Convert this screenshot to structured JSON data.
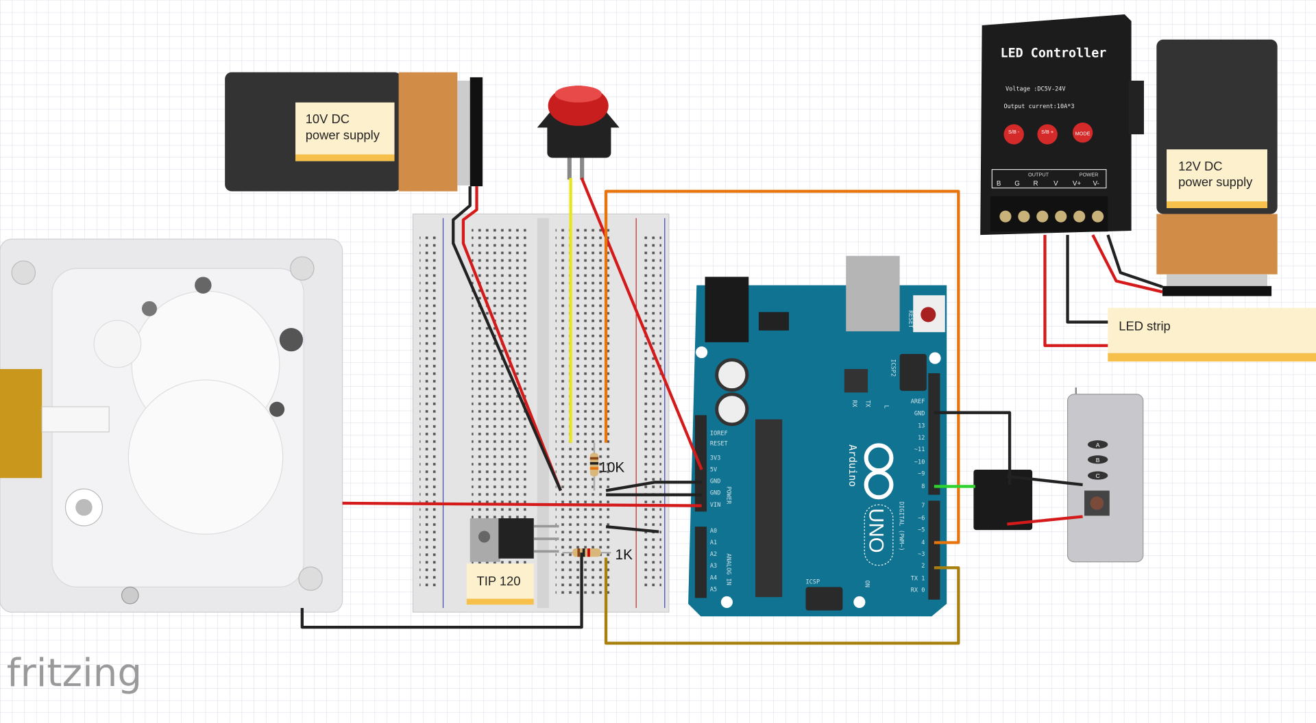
{
  "canvas": {
    "grid_color": "#d6dbe6",
    "background": "#ffffff"
  },
  "logo": {
    "text": "fritzing"
  },
  "battery_9v": {
    "label_line1": "10V DC",
    "label_line2": "power supply"
  },
  "battery_12v": {
    "label_line1": "12V DC",
    "label_line2": "power supply"
  },
  "led_strip": {
    "label": "LED strip"
  },
  "transistor": {
    "label": "TIP 120"
  },
  "resistors": [
    {
      "label": "10K"
    },
    {
      "label": "1K"
    }
  ],
  "led_controller": {
    "title": "LED Controller",
    "voltage": "Voltage :DC5V-24V",
    "current": "Output current:10A*3",
    "buttons": [
      "S/B -",
      "S/B +",
      "MODE"
    ],
    "output_header": "OUTPUT",
    "power_header": "POWER",
    "terminals": [
      "B",
      "G",
      "R",
      "V",
      "V+",
      "V-"
    ]
  },
  "arduino": {
    "brand": "Arduino",
    "model": "UNO",
    "reset_label": "RESET",
    "icsp_label": "ICSP",
    "icsp2_label": "ICSP2",
    "on_label": "ON",
    "power_pins": [
      "IOREF",
      "RESET",
      "3V3",
      "5V",
      "GND",
      "GND",
      "VIN"
    ],
    "power_group": "POWER",
    "analog_pins": [
      "A0",
      "A1",
      "A2",
      "A3",
      "A4",
      "A5"
    ],
    "analog_group": "ANALOG IN",
    "digital_pins": [
      "AREF",
      "GND",
      "13",
      "12",
      "~11",
      "~10",
      "~9",
      "8",
      "7",
      "~6",
      "~5",
      "4",
      "~3",
      "2",
      "TX 1",
      "RX 0"
    ],
    "digital_group": "DIGITAL (PWM~)",
    "leds": [
      "RX",
      "TX",
      "L"
    ]
  },
  "remote": {
    "buttons": [
      "A",
      "B",
      "C"
    ]
  },
  "wire_colors": {
    "red": "#d41a1a",
    "black": "#222222",
    "yellow": "#e8e61a",
    "orange": "#e8740e",
    "green": "#2ed12e",
    "brown": "#a8800e"
  }
}
